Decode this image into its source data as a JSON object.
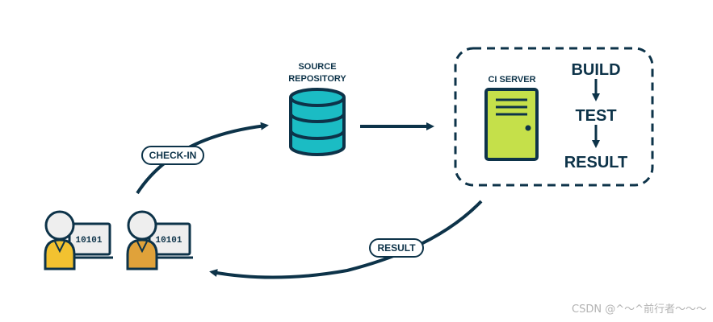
{
  "diagram": {
    "source_repository": [
      "SOURCE",
      "REPOSITORY"
    ],
    "ci_server": "CI SERVER",
    "steps": [
      "BUILD",
      "TEST",
      "RESULT"
    ],
    "check_in": "CHECK-IN",
    "result": "RESULT",
    "developer_screen_code": "10101"
  },
  "colors": {
    "navy": "#0d3349",
    "teal": "#1bbcc4",
    "lime": "#c5e04a",
    "yellow": "#f2c230",
    "orange": "#e0a23a",
    "gray": "#eeeeee"
  },
  "watermark": "CSDN @^～^前行者～～～"
}
